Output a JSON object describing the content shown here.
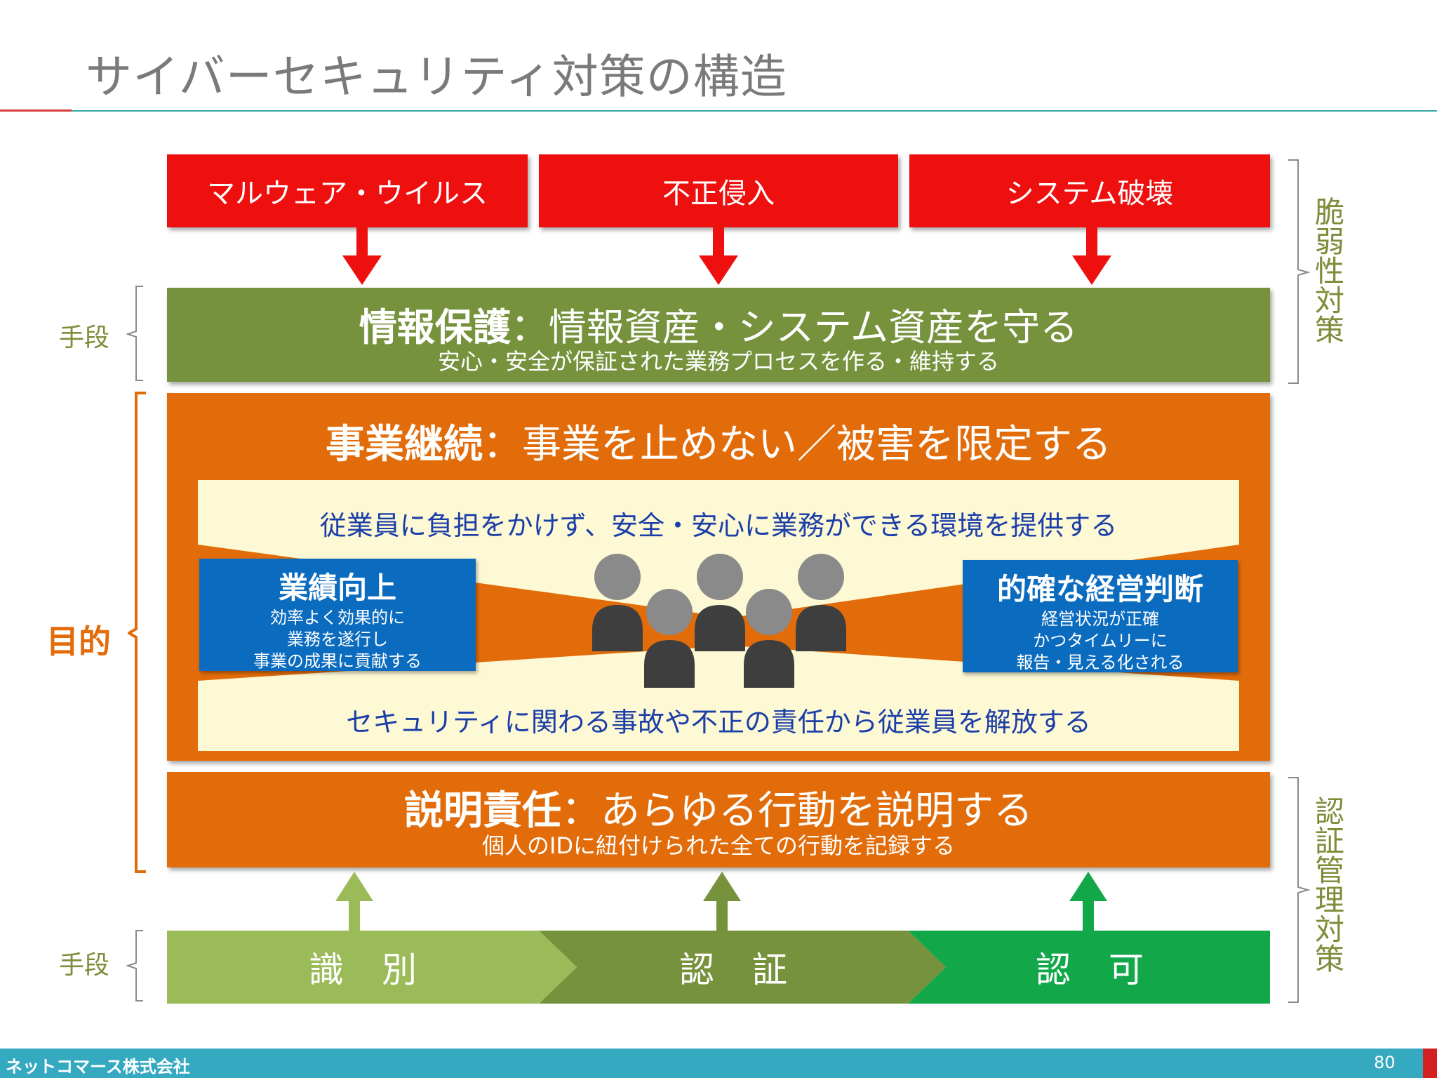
{
  "slide": {
    "title": "サイバーセキュリティ対策の構造",
    "page_number": "80",
    "company": "ネットコマース株式会社"
  },
  "threats": [
    "マルウェア・ウイルス",
    "不正侵入",
    "システム破壊"
  ],
  "info_protection": {
    "main_bold": "情報保護",
    "main_rest": "：情報資産・システム資産を守る",
    "sub": "安心・安全が保証された業務プロセスを作る・維持する"
  },
  "business_continuity": {
    "main_bold": "事業継続",
    "main_rest": "：事業を止めない／被害を限定する",
    "top_banner": "従業員に負担をかけず、安全・安心に業務ができる環境を提供する",
    "bottom_banner": "セキュリティに関わる事故や不正の責任から従業員を解放する",
    "left_box": {
      "title": "業績向上",
      "lines": [
        "効率よく効果的に",
        "業務を遂行し",
        "事業の成果に貢献する"
      ]
    },
    "right_box": {
      "title": "的確な経営判断",
      "lines": [
        "経営状況が正確",
        "かつタイムリーに",
        "報告・見える化される"
      ]
    }
  },
  "accountability": {
    "main_bold": "説明責任",
    "main_rest": "：あらゆる行動を説明する",
    "sub": "個人のIDに紐付けられた全ての行動を記録する"
  },
  "steps": [
    "識　別",
    "認　証",
    "認　可"
  ],
  "side_labels": {
    "means_top": "手段",
    "purpose": "目的",
    "means_bottom": "手段",
    "vulnerability": [
      "脆",
      "弱",
      "性",
      "対",
      "策"
    ],
    "auth_mgmt": [
      "認",
      "証",
      "管",
      "理",
      "対",
      "策"
    ]
  },
  "colors": {
    "threat_red": "#ee0f0f",
    "olive": "#76923c",
    "orange": "#e36c0a",
    "cream": "#fdf9d4",
    "blue": "#0b6cbf",
    "step1": "#9bbb59",
    "step2": "#76923c",
    "step3": "#12a84a",
    "footer_teal": "#35a9c0"
  }
}
